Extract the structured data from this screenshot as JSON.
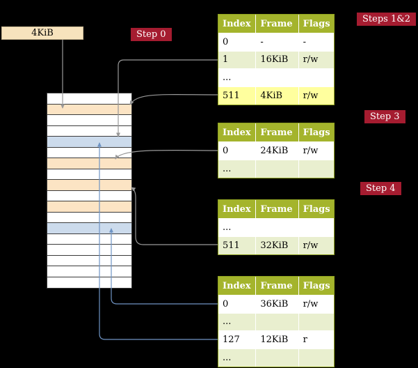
{
  "page_box": {
    "label": "4KiB"
  },
  "badges": {
    "step0": "Step 0",
    "steps12": "Steps 1&2",
    "step3": "Step 3",
    "step4": "Step 4"
  },
  "tables": [
    {
      "headers": [
        "Index",
        "Frame",
        "Flags"
      ],
      "rows": [
        {
          "index": "0",
          "frame": "-",
          "flags": "-"
        },
        {
          "index": "1",
          "frame": "16KiB",
          "flags": "r/w"
        },
        {
          "index": "...",
          "frame": "",
          "flags": ""
        },
        {
          "index": "511",
          "frame": "4KiB",
          "flags": "r/w",
          "highlight": true
        }
      ]
    },
    {
      "headers": [
        "Index",
        "Frame",
        "Flags"
      ],
      "rows": [
        {
          "index": "0",
          "frame": "24KiB",
          "flags": "r/w"
        },
        {
          "index": "...",
          "frame": "",
          "flags": ""
        }
      ]
    },
    {
      "headers": [
        "Index",
        "Frame",
        "Flags"
      ],
      "rows": [
        {
          "index": "...",
          "frame": "",
          "flags": ""
        },
        {
          "index": "511",
          "frame": "32KiB",
          "flags": "r/w"
        }
      ]
    },
    {
      "headers": [
        "Index",
        "Frame",
        "Flags"
      ],
      "rows": [
        {
          "index": "0",
          "frame": "36KiB",
          "flags": "r/w"
        },
        {
          "index": "...",
          "frame": "",
          "flags": ""
        },
        {
          "index": "127",
          "frame": "12KiB",
          "flags": "r"
        },
        {
          "index": "...",
          "frame": "",
          "flags": ""
        }
      ]
    }
  ],
  "memory": {
    "cells": [
      "plain",
      "peach",
      "plain",
      "plain",
      "blue",
      "plain",
      "peach",
      "plain",
      "peach",
      "plain",
      "peach",
      "plain",
      "blue",
      "plain",
      "plain",
      "plain",
      "plain",
      "plain"
    ]
  },
  "colors": {
    "background": "#000000",
    "badge": "#a51c30",
    "table_header": "#a4b42c",
    "row_alt": "#e9efcf",
    "row_highlight": "#ffff9e",
    "memory_cell_peach": "#fce4c4",
    "memory_cell_blue": "#ccdbec",
    "page_box": "#f7e3bd",
    "arrow_gray": "#999999",
    "arrow_blue": "#6f94c4"
  }
}
